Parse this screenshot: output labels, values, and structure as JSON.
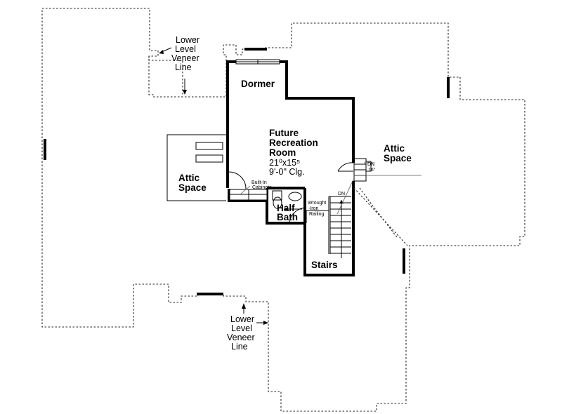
{
  "labels": {
    "veneer_top": [
      "Lower",
      "Level",
      "Veneer",
      "Line"
    ],
    "veneer_bottom": [
      "Lower",
      "Level",
      "Veneer",
      "Line"
    ],
    "dormer": "Dormer",
    "recreation": [
      "Future",
      "Recreation",
      "Room"
    ],
    "dimensions": "21⁰x15⁵",
    "ceiling": "9'-0\" Clg.",
    "attic_left": [
      "Attic",
      "Space"
    ],
    "attic_right": [
      "Attic",
      "Space"
    ],
    "builtin": [
      "Built-In",
      "Cabinets"
    ],
    "half_bath": [
      "Half",
      "Bath"
    ],
    "railing": [
      "Wrought",
      "-Iron",
      "Railing"
    ],
    "stairs": "Stairs",
    "dn_stairs": "DN",
    "dn_right": "DN",
    "dn_right_height": "16\""
  }
}
